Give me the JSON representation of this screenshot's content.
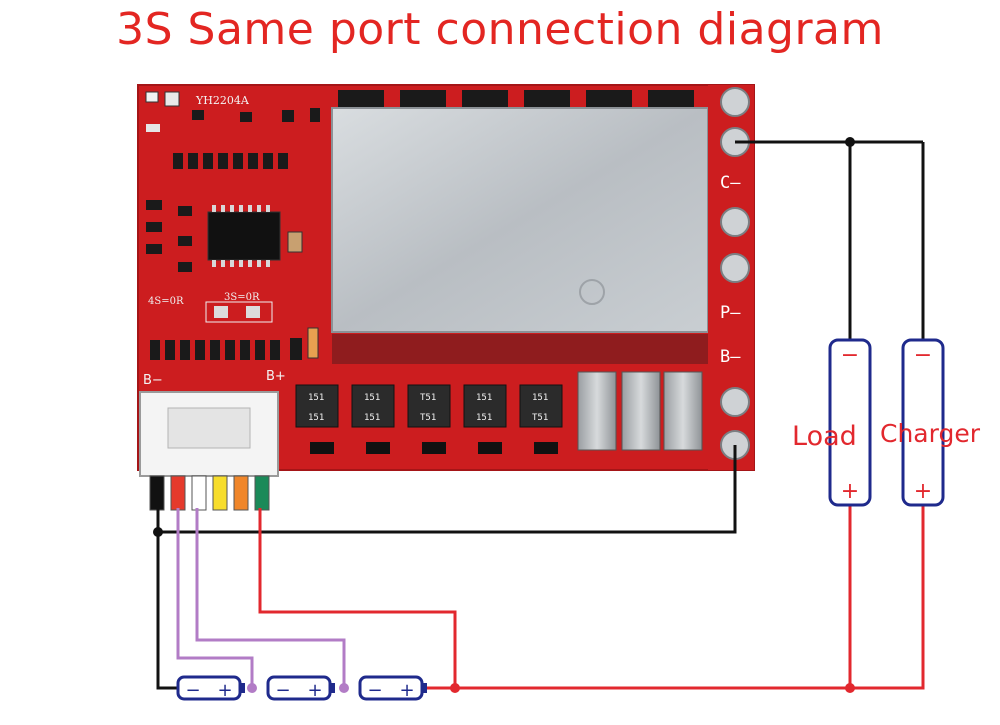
{
  "title": "3S Same port connection diagram",
  "board": {
    "model": "YH2204A",
    "pad_c": "C—",
    "pad_p": "P—",
    "pad_b": "B—",
    "b_minus": "B−",
    "b_plus": "B+",
    "res_4s": "4S=0R",
    "res_3s": "3S=0R",
    "resistor_code_a": "151",
    "resistor_code_b": "T51"
  },
  "devices": {
    "load": {
      "label": "Load",
      "minus": "−",
      "plus": "+"
    },
    "charger": {
      "label": "Charger",
      "minus": "−",
      "plus": "+"
    }
  },
  "cells": [
    {
      "minus": "−",
      "plus": "+"
    },
    {
      "minus": "−",
      "plus": "+"
    },
    {
      "minus": "−",
      "plus": "+"
    }
  ],
  "colors": {
    "title": "#e32622",
    "pcb": "#cc1d1f",
    "wire_black": "#111111",
    "wire_red": "#e2282e",
    "wire_purple": "#b27cc6",
    "device_outline": "#1f2a8c",
    "balance_wires": [
      "#111111",
      "#e53a2c",
      "#ffffff",
      "#f7dd2c",
      "#f0862a",
      "#1b8a59"
    ]
  }
}
